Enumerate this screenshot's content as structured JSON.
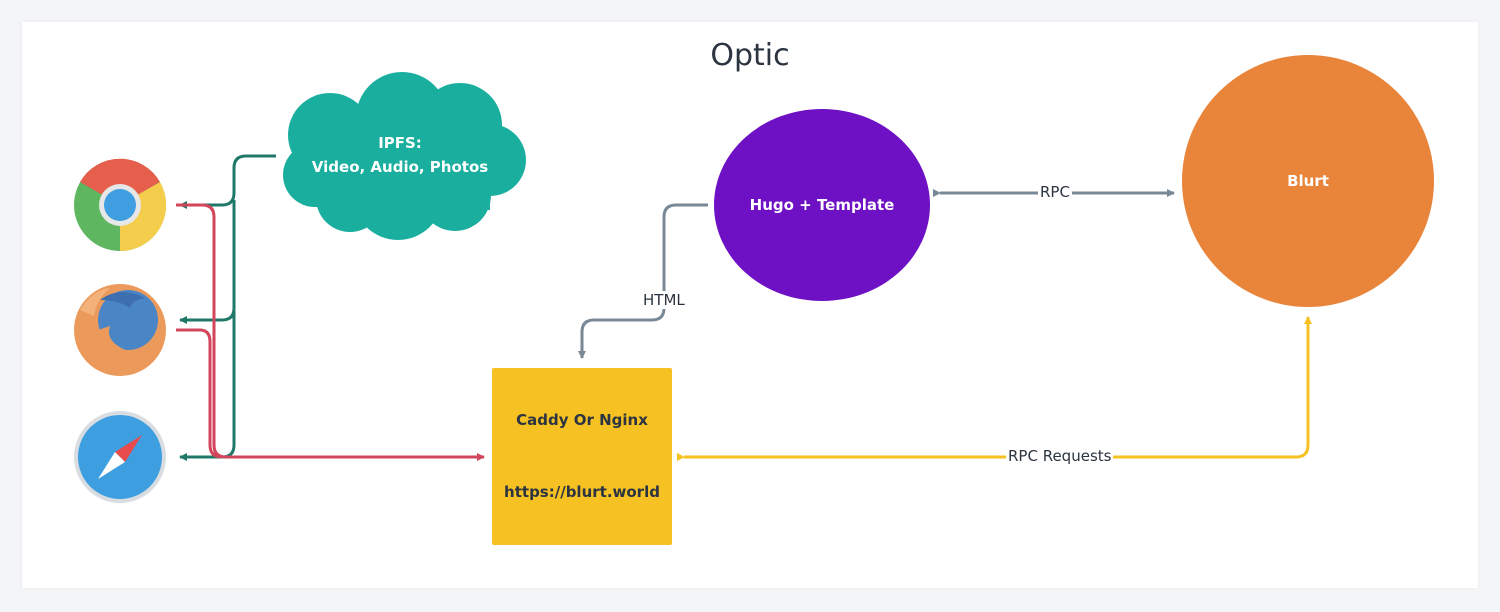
{
  "title": "Optic",
  "nodes": {
    "ipfs": {
      "line1": "IPFS:",
      "line2": "Video, Audio, Photos"
    },
    "hugo": {
      "label": "Hugo + Template"
    },
    "blurt": {
      "label": "Blurt"
    },
    "server": {
      "line1": "Caddy Or Nginx",
      "line2": "https://blurt.world"
    }
  },
  "edges": {
    "rpc": "RPC",
    "html": "HTML",
    "rpc_requests": "RPC Requests"
  },
  "browsers": [
    "Chrome",
    "Firefox",
    "Safari"
  ],
  "colors": {
    "ipfs_cloud": "#1aae9f",
    "hugo": "#6e10c4",
    "blurt": "#e8853a",
    "server": "#f6c123",
    "edge_gray": "#788896",
    "edge_yellow": "#f6c123",
    "edge_green": "#207868",
    "edge_red": "#d3455b"
  }
}
